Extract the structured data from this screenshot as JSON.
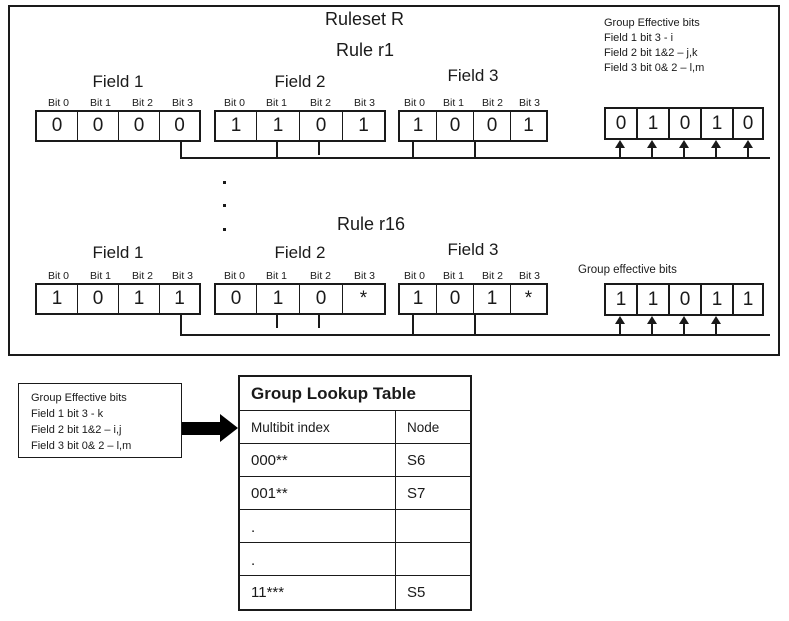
{
  "panel": {
    "ruleset_title": "Ruleset R",
    "rule1_title": "Rule r1",
    "rule16_title": "Rule r16",
    "legend_r1": {
      "heading": "Group Effective bits",
      "line1": "Field 1 bit 3 - i",
      "line2": "Field 2 bit 1&2 – j,k",
      "line3": "Field 3 bit 0& 2 – l,m"
    },
    "group_caption_r16": "Group  effective bits"
  },
  "bit_labels": [
    "Bit 0",
    "Bit 1",
    "Bit 2",
    "Bit 3"
  ],
  "field_names": {
    "f1": "Field 1",
    "f2": "Field 2",
    "f3": "Field 3"
  },
  "rule1": {
    "field1": [
      "0",
      "0",
      "0",
      "0"
    ],
    "field2": [
      "1",
      "1",
      "0",
      "1"
    ],
    "field3": [
      "1",
      "0",
      "0",
      "1"
    ],
    "group_bits": [
      "0",
      "1",
      "0",
      "1",
      "0"
    ]
  },
  "rule16": {
    "field1": [
      "1",
      "0",
      "1",
      "1"
    ],
    "field2": [
      "0",
      "1",
      "0",
      "*"
    ],
    "field3": [
      "1",
      "0",
      "1",
      "*"
    ],
    "group_bits": [
      "1",
      "1",
      "0",
      "1",
      "1"
    ]
  },
  "bottom_legend": {
    "heading": "Group Effective bits",
    "line1": "Field 1 bit 3 - k",
    "line2": "Field 2 bit 1&2 – i,j",
    "line3": "Field 3 bit 0& 2 – l,m"
  },
  "lookup_table": {
    "title": "Group Lookup Table",
    "columns": [
      "Multibit index",
      "Node"
    ],
    "rows": [
      {
        "index": "000**",
        "node": "S6"
      },
      {
        "index": "001**",
        "node": "S7"
      },
      {
        "index": ".",
        "node": ""
      },
      {
        "index": ".",
        "node": ""
      },
      {
        "index": "11***",
        "node": "S5"
      }
    ]
  },
  "colors": {
    "ink": "#1a1a1a",
    "arrow": "#000000",
    "background": "#ffffff"
  }
}
